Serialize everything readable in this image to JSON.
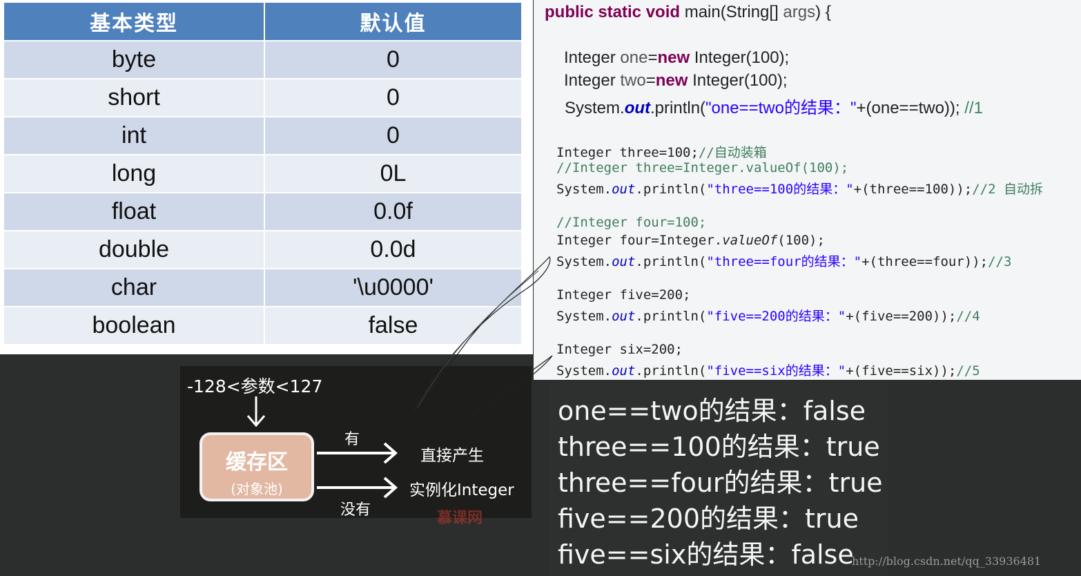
{
  "table": {
    "headers": [
      "基本类型",
      "默认值"
    ],
    "rows": [
      [
        "byte",
        "0"
      ],
      [
        "short",
        "0"
      ],
      [
        "int",
        "0"
      ],
      [
        "long",
        "0L"
      ],
      [
        "float",
        "0.0f"
      ],
      [
        "double",
        "0.0d"
      ],
      [
        "char",
        "'\\u0000'"
      ],
      [
        "boolean",
        "false"
      ]
    ]
  },
  "code": {
    "main_kw": "public static void",
    "main_rest": " main(String[] ",
    "main_args": "args",
    "main_end": ") {",
    "l1_type": "Integer ",
    "l1_var": "one",
    "l1_eq": "=",
    "l1_new": "new",
    "l1_rest": " Integer(100);",
    "l2_type": "Integer ",
    "l2_var": "two",
    "l2_eq": "=",
    "l2_new": "new",
    "l2_rest": " Integer(100);",
    "l3_sys": "System.",
    "l3_out": "out",
    "l3_println": ".println(",
    "l3_str": "\"one==two的结果：\"",
    "l3_rest": "+(one==two)); ",
    "l3_cm": "//1",
    "l4_code": "Integer three=100;",
    "l4_cm": "//自动装箱",
    "l5_cm": "//Integer three=Integer.valueOf(100);",
    "l6_sys": "System.",
    "l6_out": "out",
    "l6_println": ".println(",
    "l6_str": "\"three==100的结果：\"",
    "l6_rest": "+(three==100));",
    "l6_cm": "//2 自动拆",
    "l7_cm": "//Integer four=100;",
    "l8_a": "Integer four=Integer.",
    "l8_valueof": "valueOf",
    "l8_b": "(100);",
    "l9_sys": "System.",
    "l9_out": "out",
    "l9_println": ".println(",
    "l9_str": "\"three==four的结果：\"",
    "l9_rest": "+(three==four));",
    "l9_cm": "//3",
    "l10_code": "Integer five=200;",
    "l11_sys": "System.",
    "l11_out": "out",
    "l11_println": ".println(",
    "l11_str": "\"five==200的结果：\"",
    "l11_rest": "+(five==200));",
    "l11_cm": "//4",
    "l12_code": "Integer six=200;",
    "l13_sys": "System.",
    "l13_out": "out",
    "l13_println": ".println(",
    "l13_str": "\"five==six的结果：\"",
    "l13_rest": "+(five==six));",
    "l13_cm": "//5"
  },
  "diagram": {
    "param": "-128<参数<127",
    "cache_title": "缓存区",
    "cache_sub": "(对象池)",
    "yes_label": "有",
    "no_label": "没有",
    "direct": "直接产生",
    "instantiate": "实例化Integer",
    "watermark": "慕课网",
    "colors": {
      "box": "#e2b8a2",
      "background": "#1d1d1b"
    }
  },
  "output": {
    "lines": [
      "one==two的结果：false",
      "three==100的结果：true",
      "three==four的结果：true",
      "five==200的结果：true",
      "five==six的结果：false"
    ]
  },
  "footer": {
    "url": "http://blog.csdn.net/qq_33936481"
  }
}
